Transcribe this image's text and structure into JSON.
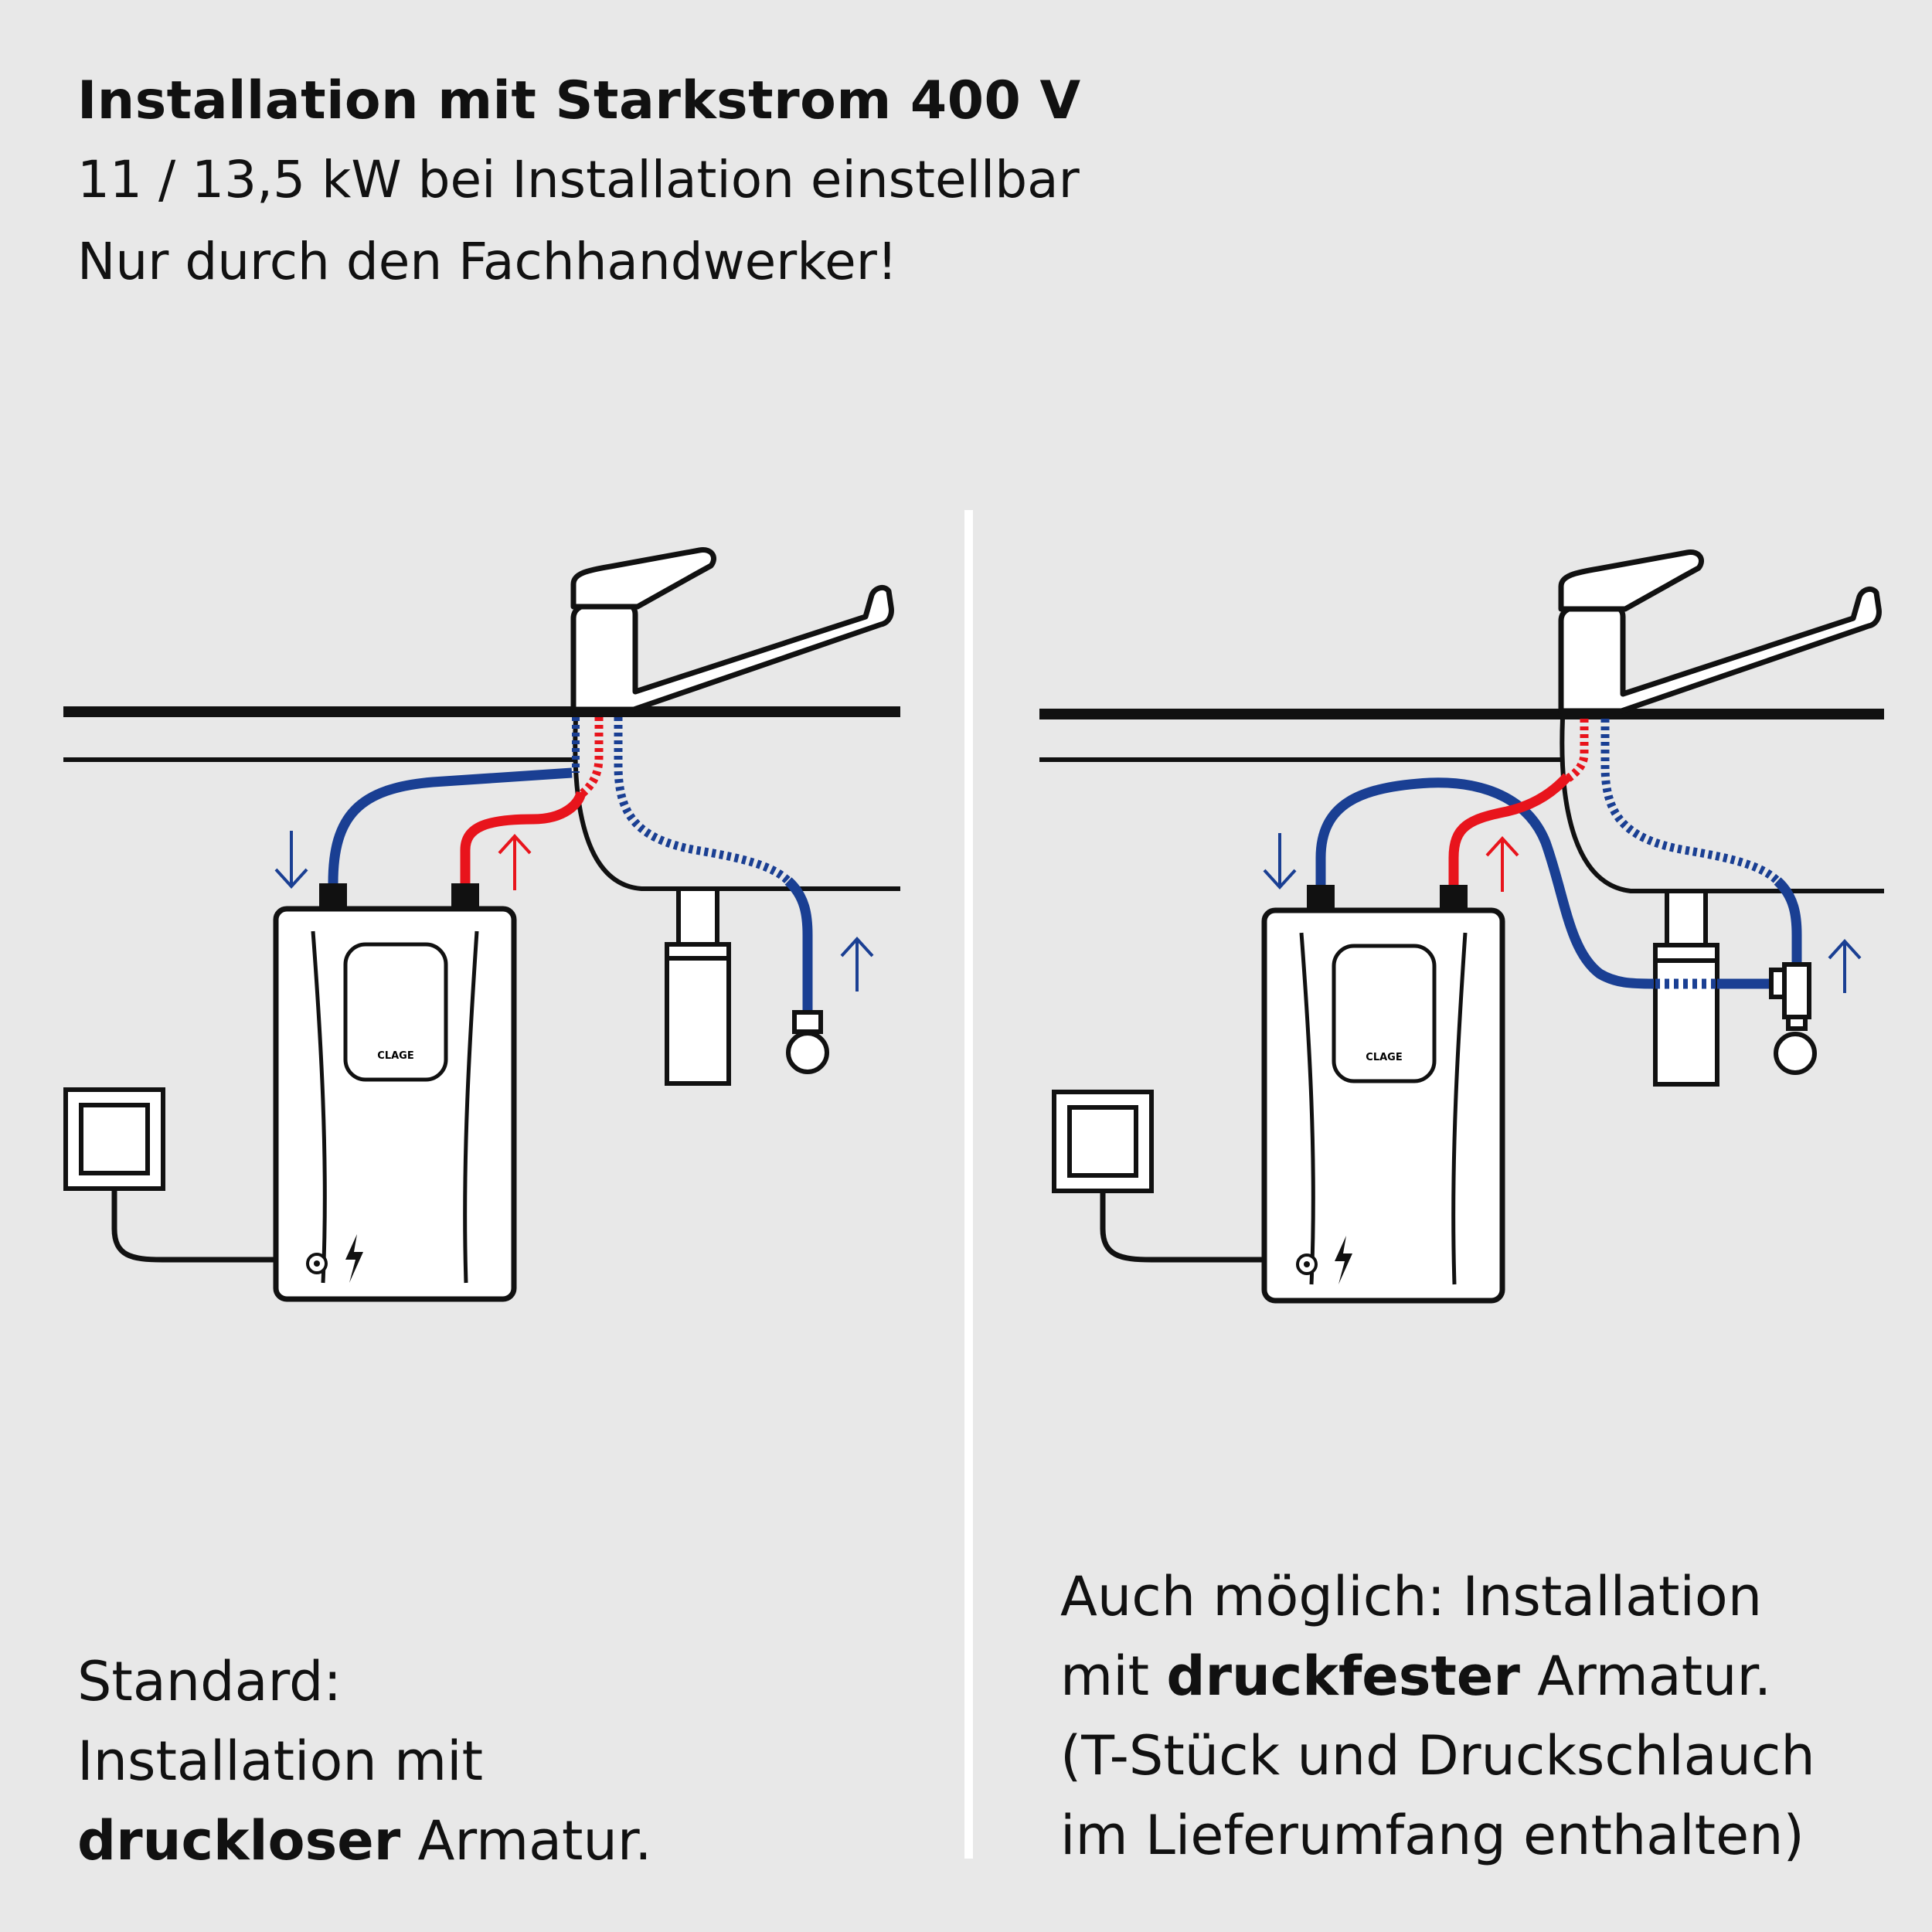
{
  "header": {
    "title": "Installation mit Starkstrom 400 V",
    "line1": "11 / 13,5 kW bei Installation einstellbar",
    "line2": "Nur durch den Fachhandwerker!"
  },
  "colors": {
    "background": "#e8e8e8",
    "cold_water": "#1a3f93",
    "hot_water": "#e8141c",
    "outline": "#111111",
    "divider": "#ffffff"
  },
  "left_diagram": {
    "heater_logo": "CLAGE",
    "caption": {
      "line1": "Standard:",
      "line2": "Installation mit",
      "line3_bold": "druckloser",
      "line3_rest": " Armatur."
    }
  },
  "right_diagram": {
    "heater_logo": "CLAGE",
    "caption": {
      "line1": "Auch möglich: Installation",
      "line2_pre": "mit ",
      "line2_bold": "druckfester",
      "line2_rest": " Armatur.",
      "line3": "(T-Stück und Druckschlauch",
      "line4": "im Lieferumfang enthalten)"
    }
  },
  "icons": [
    "faucet-icon",
    "water-heater-icon",
    "socket-icon",
    "arrow-down-icon",
    "arrow-up-icon",
    "lightning-icon",
    "valve-icon",
    "tee-fitting-icon"
  ]
}
